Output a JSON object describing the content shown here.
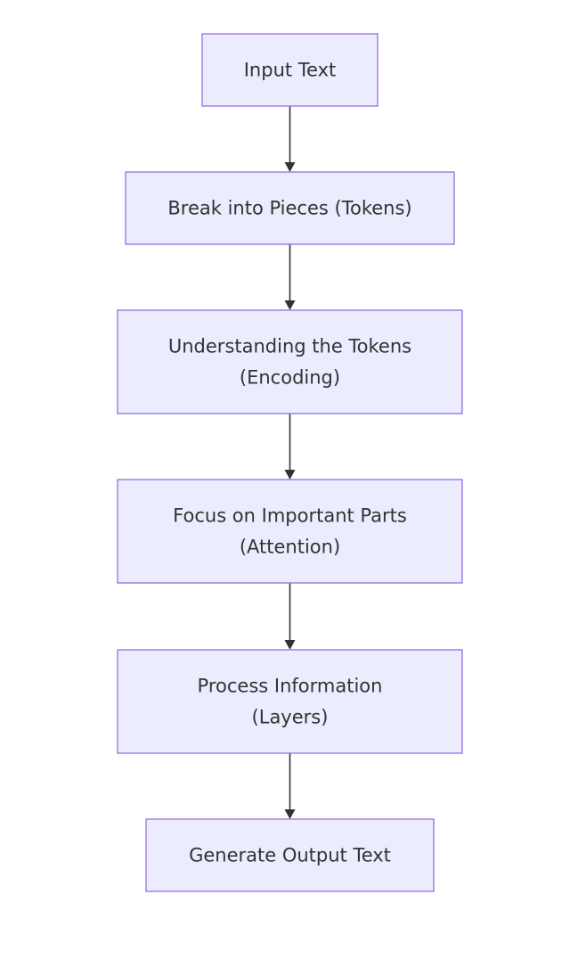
{
  "nodes": [
    {
      "id": "input",
      "lines": [
        "Input Text"
      ]
    },
    {
      "id": "tokens",
      "lines": [
        "Break into Pieces (Tokens)"
      ]
    },
    {
      "id": "encoding",
      "lines": [
        "Understanding the Tokens",
        "(Encoding)"
      ]
    },
    {
      "id": "attention",
      "lines": [
        "Focus on Important Parts",
        "(Attention)"
      ]
    },
    {
      "id": "layers",
      "lines": [
        "Process Information",
        "(Layers)"
      ]
    },
    {
      "id": "output",
      "lines": [
        "Generate Output Text"
      ]
    }
  ],
  "edges": [
    {
      "from": "input",
      "to": "tokens"
    },
    {
      "from": "tokens",
      "to": "encoding"
    },
    {
      "from": "encoding",
      "to": "attention"
    },
    {
      "from": "attention",
      "to": "layers"
    },
    {
      "from": "layers",
      "to": "output"
    }
  ],
  "colors": {
    "node_fill": "#ececff",
    "node_border": "#9370db",
    "text": "#333333",
    "edge": "#333333",
    "background": "#ffffff"
  }
}
